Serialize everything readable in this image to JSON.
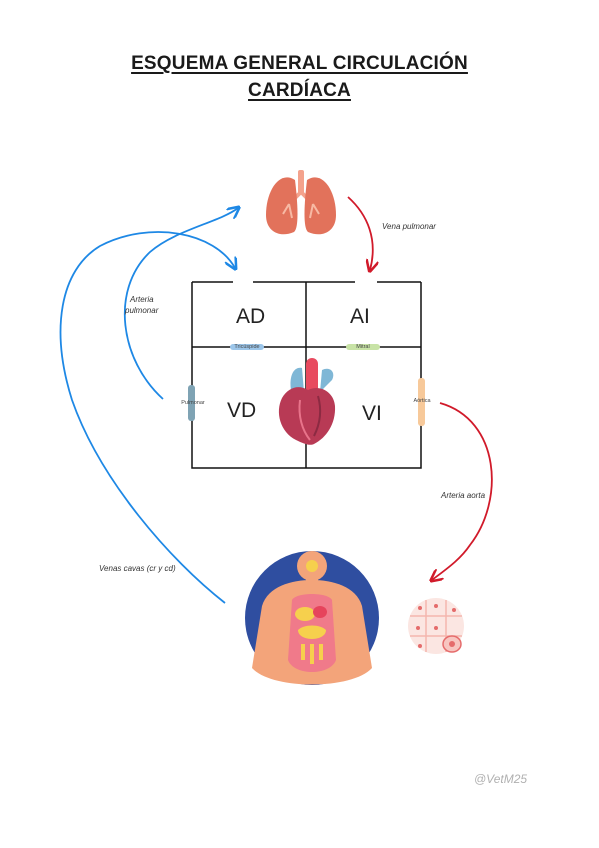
{
  "title": {
    "line1": "ESQUEMA GENERAL CIRCULACIÓN",
    "line2": "CARDÍACA"
  },
  "chambers": {
    "ad": "AD",
    "ai": "AI",
    "vd": "VD",
    "vi": "VI"
  },
  "valves": {
    "tricuspide": "Tricúspide",
    "mitral": "Mitral",
    "pulmonar": "Pulmonar",
    "aortica": "Aórtica"
  },
  "labels": {
    "vena_pulmonar": "Vena pulmonar",
    "arteria_pulmonar_1": "Arteria",
    "arteria_pulmonar_2": "pulmonar",
    "arteria_aorta": "Arteria aorta",
    "venas_cavas": "Venas cavas (cr y cd)"
  },
  "icons": [
    "lungs-icon",
    "heart-icon",
    "human-body-icon",
    "cells-icon"
  ],
  "colors": {
    "blue_arrow": "#1e88e5",
    "red_arrow": "#d11a2a"
  },
  "watermark": "@VetM25"
}
